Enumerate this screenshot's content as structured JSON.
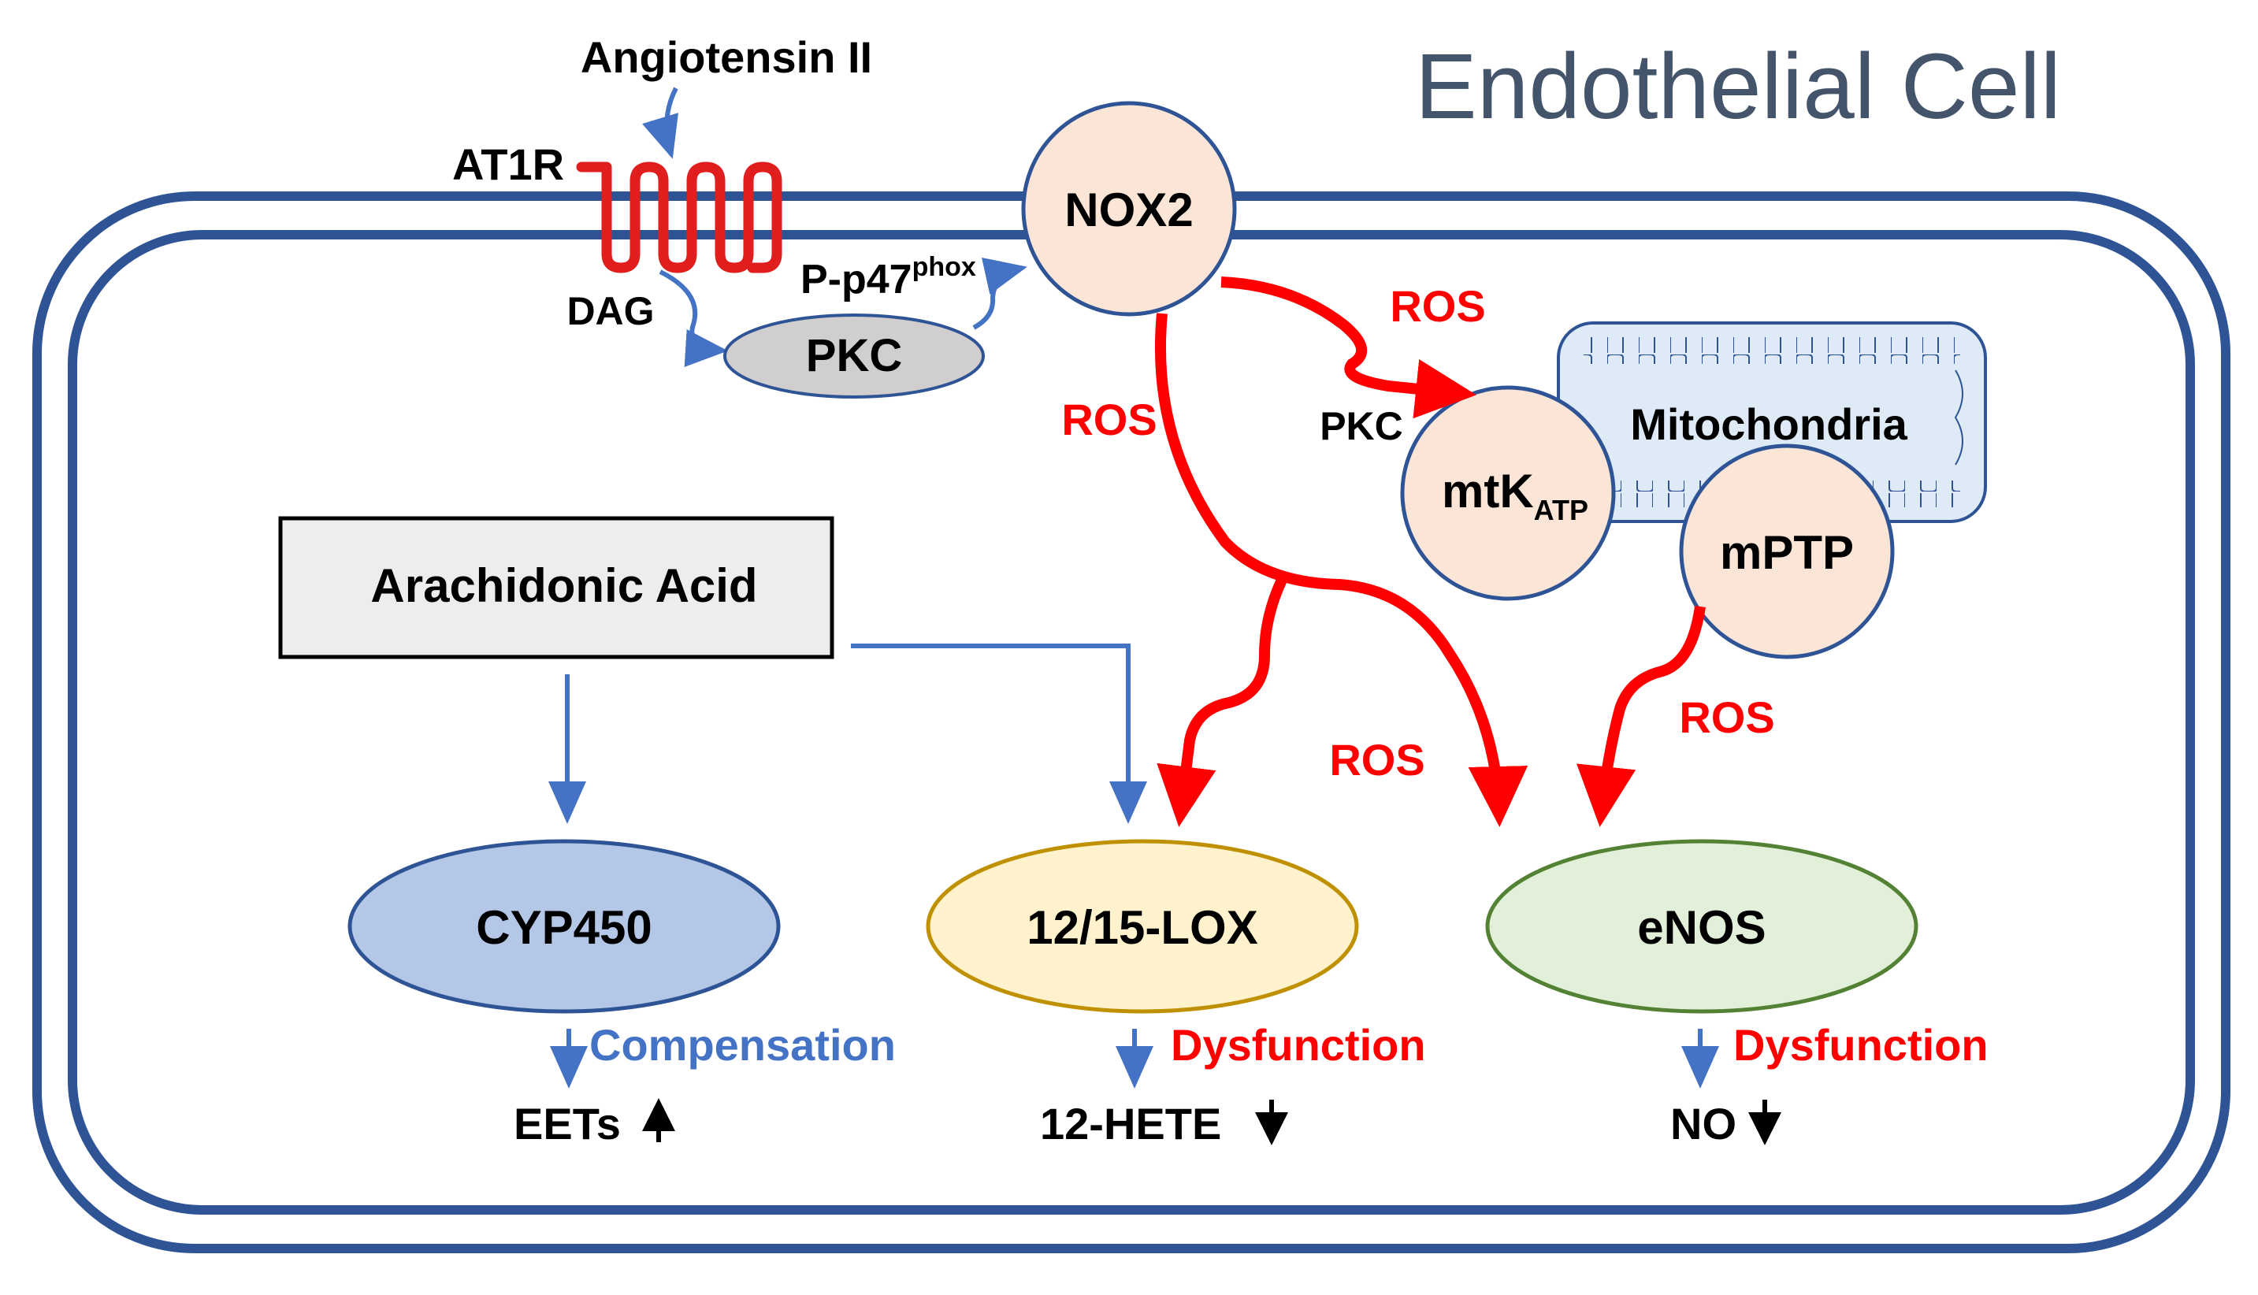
{
  "title": "Endothelial Cell",
  "labels": {
    "angiotensin": "Angiotensin II",
    "at1r": "AT1R",
    "dag": "DAG",
    "pkc": "PKC",
    "p47_main": "P-p47",
    "p47_sup": "phox",
    "nox2": "NOX2",
    "pkc_mito": "PKC",
    "mitochondria": "Mitochondria",
    "mtk_main": "mtK",
    "mtk_sub": "ATP",
    "mptp": "mPTP",
    "arachidonic": "Arachidonic Acid",
    "cyp450": "CYP450",
    "lox": "12/15-LOX",
    "enos": "eNOS",
    "compensation": "Compensation",
    "dysfunction_lox": "Dysfunction",
    "dysfunction_enos": "Dysfunction",
    "eets": "EETs",
    "hete": "12-HETE",
    "no": "NO"
  },
  "ros_labels": [
    "ROS",
    "ROS",
    "ROS",
    "ROS"
  ],
  "colors": {
    "membrane": "#2F5496",
    "blue_arrow": "#4472C4",
    "ros": "#FF0000",
    "receptor": "#E01E1E",
    "nox_fill": "#FBE5D6",
    "pkc_fill": "#D0CECE",
    "cyp_fill": "#B4C7E7",
    "lox_fill": "#FFF2CC",
    "lox_stroke": "#BF9000",
    "enos_fill": "#E2F0D9",
    "enos_stroke": "#548235",
    "mito_fill": "#DEEBF7",
    "title_color": "#44546A",
    "box_fill": "#EDEDED"
  }
}
